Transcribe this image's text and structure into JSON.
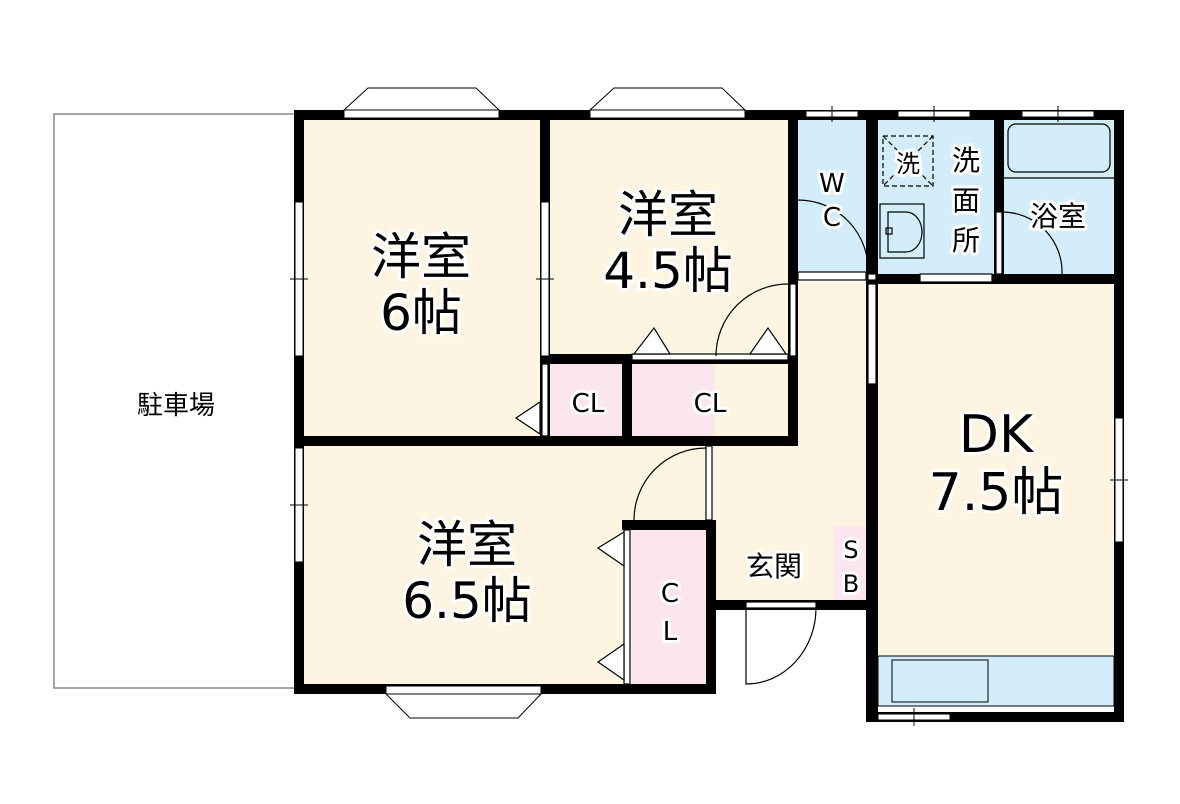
{
  "colors": {
    "room": "#fdf5e2",
    "wet": "#d3eefa",
    "closet": "#fbe6ef",
    "wall": "#000000",
    "outdoor": "#ffffff"
  },
  "rooms": {
    "western_6": {
      "name": "洋室",
      "size": "6帖"
    },
    "western_4_5": {
      "name": "洋室",
      "size": "4.5帖"
    },
    "western_6_5": {
      "name": "洋室",
      "size": "6.5帖"
    },
    "dk": {
      "name": "DK",
      "size": "7.5帖"
    },
    "wc": {
      "line1": "W",
      "line2": "C"
    },
    "washroom": {
      "line1": "洗",
      "line2": "面",
      "line3": "所"
    },
    "washer": {
      "label": "洗"
    },
    "bath": {
      "label": "浴室"
    },
    "entrance": {
      "label": "玄関"
    },
    "shoe_box": {
      "line1": "S",
      "line2": "B"
    },
    "closet_a": {
      "label": "CL"
    },
    "closet_b": {
      "label": "CL"
    },
    "closet_c": {
      "line1": "C",
      "line2": "L"
    },
    "parking": {
      "label": "駐車場"
    }
  }
}
